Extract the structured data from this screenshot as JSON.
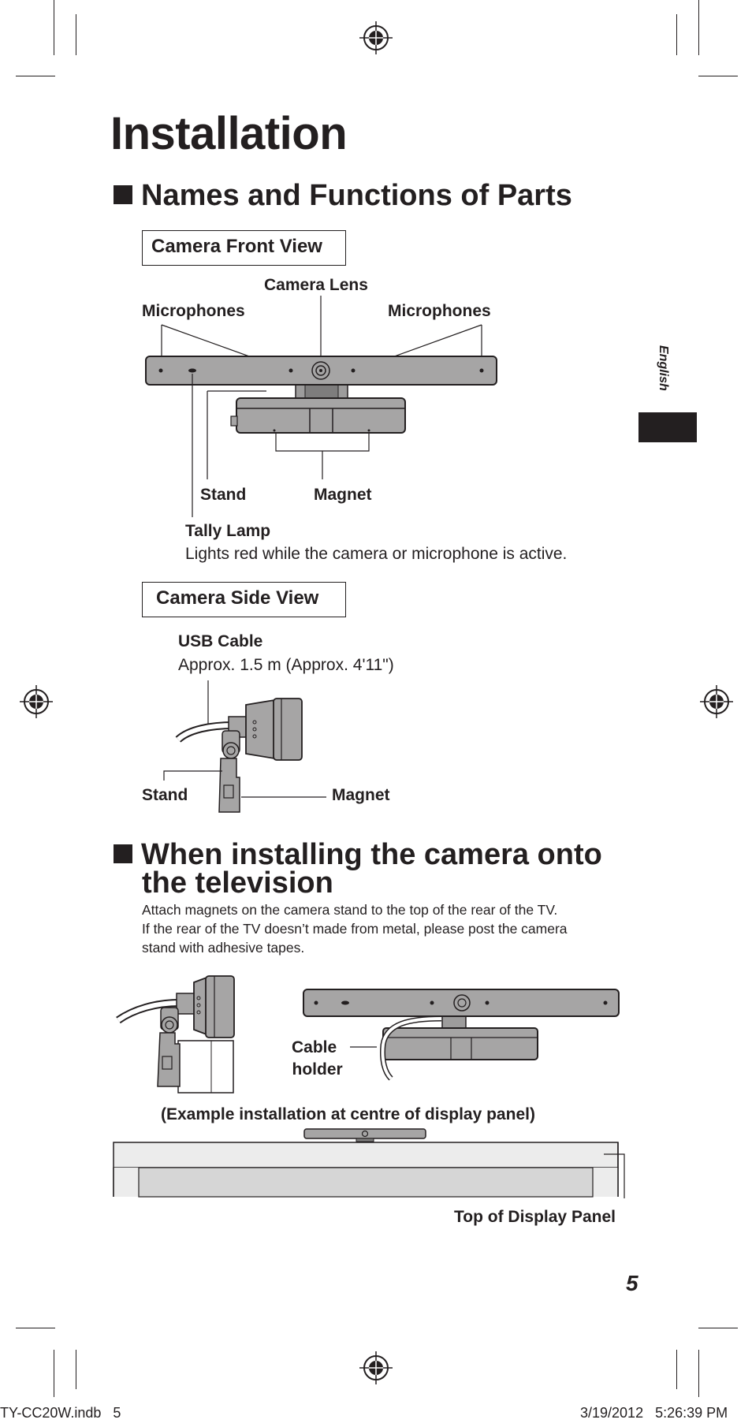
{
  "page_title": "Installation",
  "section1": {
    "heading": "Names and Functions of Parts",
    "front_view": {
      "title": "Camera Front View",
      "camera_lens": "Camera Lens",
      "microphones_left": "Microphones",
      "microphones_right": "Microphones",
      "stand": "Stand",
      "magnet": "Magnet",
      "tally_lamp": "Tally Lamp",
      "tally_desc": "Lights red while the camera or microphone is active."
    },
    "side_view": {
      "title": "Camera Side View",
      "usb_cable": "USB Cable",
      "usb_length": "Approx. 1.5 m (Approx. 4'11\")",
      "stand": "Stand",
      "magnet": "Magnet"
    }
  },
  "section2": {
    "heading_line1": "When installing the camera onto",
    "heading_line2": "the television",
    "para_line1": "Attach magnets on the camera stand to the top of the rear of the TV.",
    "para_line2": "If the rear of the TV doesn’t made from metal, please post the camera",
    "para_line3": "stand with adhesive tapes.",
    "cable_holder_1": "Cable",
    "cable_holder_2": "holder",
    "example_caption": "(Example installation at centre of display panel)",
    "top_of_panel": "Top of Display Panel"
  },
  "side_tab_language": "English",
  "page_number": "5",
  "footer": {
    "file": "TY-CC20W.indb   5",
    "timestamp": "3/19/2012   5:26:39 PM"
  }
}
